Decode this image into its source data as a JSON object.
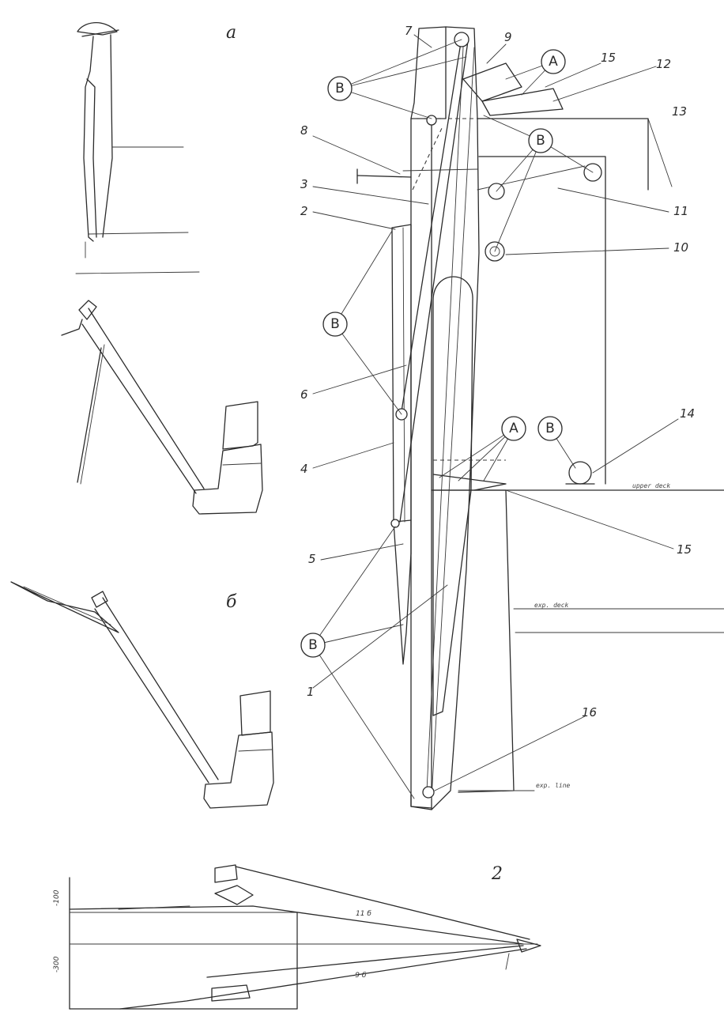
{
  "figure_letters": {
    "a": "a",
    "b": "б",
    "c": "2"
  },
  "badges": {
    "A": "A",
    "B": "B"
  },
  "part_numbers": [
    "1",
    "2",
    "3",
    "4",
    "5",
    "6",
    "7",
    "8",
    "9",
    "10",
    "11",
    "12",
    "13",
    "14",
    "15",
    "16"
  ],
  "deck_marks": {
    "upper": "upper deck",
    "lower": "exp. deck",
    "bottom": "exp. line"
  },
  "section_marks": {
    "top": "11 б",
    "bottom": "-9 б",
    "left_upper": "-100",
    "left_lower": "-300"
  }
}
